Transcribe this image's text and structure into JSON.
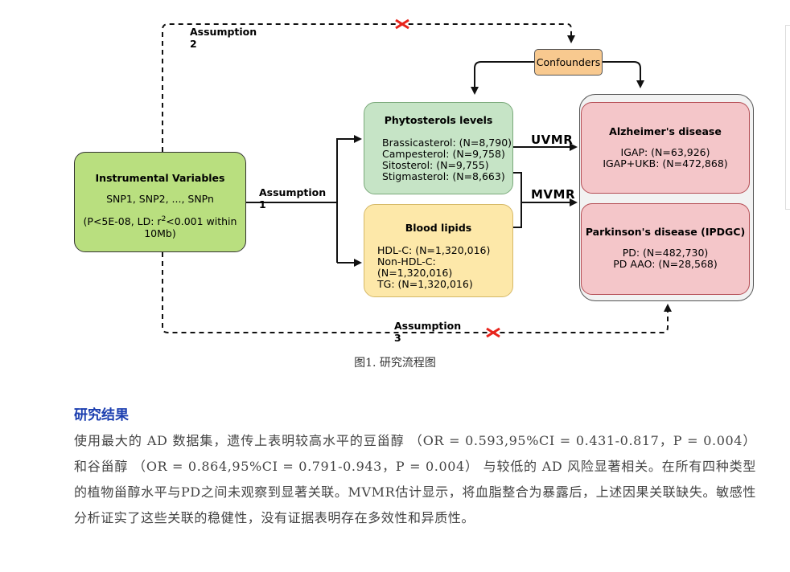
{
  "diagram": {
    "iv_title": "Instrumental Variables",
    "iv_snps": "SNP1, SNP2, ..., SNPn",
    "iv_threshold_pre": "(P<5E-08, LD: r",
    "iv_threshold_sup": "2",
    "iv_threshold_post": "<0.001 within 10Mb)",
    "phyto_title": "Phytosterols levels",
    "phyto_items": [
      "Brassicasterol: (N=8,790)",
      "Campesterol: (N=9,758)",
      "Sitosterol: (N=9,755)",
      "Stigmasterol: (N=8,663)"
    ],
    "lipid_title": "Blood lipids",
    "lipid_items": [
      "HDL-C: (N=1,320,016)",
      "Non-HDL-C: (N=1,320,016)",
      "TG: (N=1,320,016)"
    ],
    "ad_title": "Alzheimer's disease",
    "ad_items": [
      "IGAP: (N=63,926)",
      "IGAP+UKB: (N=472,868)"
    ],
    "pd_title": "Parkinson's disease (IPDGC)",
    "pd_items": [
      "PD: (N=482,730)",
      "PD AAO: (N=28,568)"
    ],
    "confounders": "Confounders",
    "assumption1": "Assumption 1",
    "assumption2": "Assumption 2",
    "assumption3": "Assumption 3",
    "uvmr": "UVMR",
    "mvmr": "MVMR",
    "colors": {
      "iv": "#b9df7f",
      "phyto": "#c6e4c6",
      "lipid": "#fde8a9",
      "disease": "#f4c6c9",
      "confounders": "#f8c98f",
      "cross": "#e8241c"
    }
  },
  "caption": "图1. 研究流程图",
  "section_title": "研究结果",
  "paragraph": "使用最大的 AD 数据集，遗传上表明较高水平的豆甾醇 （OR = 0.593,95%CI = 0.431-0.817，P = 0.004） 和谷甾醇 （OR = 0.864,95%CI = 0.791-0.943，P = 0.004） 与较低的 AD 风险显著相关。在所有四种类型的植物甾醇水平与PD之间未观察到显著关联。MVMR估计显示，将血脂整合为暴露后，上述因果关联缺失。敏感性分析证实了这些关联的稳健性，没有证据表明存在多效性和异质性。"
}
